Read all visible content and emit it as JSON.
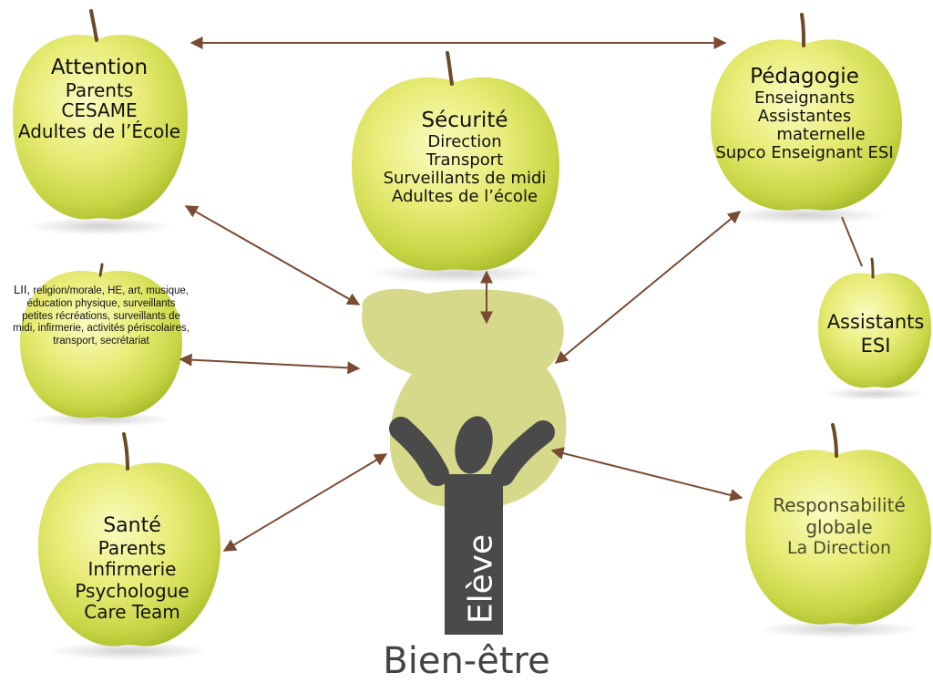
{
  "center": {
    "word": "Elève",
    "subtitle": "Bien-être"
  },
  "apples": {
    "attention": {
      "title": "Attention",
      "lines": [
        "Parents",
        "CESAME",
        "Adultes de l’École"
      ]
    },
    "securite": {
      "title": "Sécurité",
      "lines": [
        "Direction",
        "Transport",
        "Surveillants de midi",
        "Adultes de l’école"
      ]
    },
    "pedagogie": {
      "title": "Pédagogie",
      "lines": [
        "Enseignants",
        "Assistantes",
        "maternelle",
        "Supco Enseignant ESI"
      ]
    },
    "lii": {
      "lead": "LII,",
      "text": "religion/morale, HE, art, musique, éducation physique, surveillants petites récréations, surveillants de midi, infirmerie, activités périscolaires, transport, secrétariat"
    },
    "assistants": {
      "lines": [
        "Assistants",
        "ESI"
      ]
    },
    "sante": {
      "title": "Santé",
      "lines": [
        "Parents",
        "Infirmerie",
        "Psychologue",
        "Care Team"
      ]
    },
    "responsabilite": {
      "lines": [
        "Responsabilité",
        "globale",
        "La Direction"
      ]
    }
  },
  "colors": {
    "arrow": "#7a4a32",
    "apple_light": "#f3f39a",
    "apple_mid": "#dde25a",
    "apple_dark": "#a9bd2a",
    "stem": "#6b4a2a",
    "tree_canopy": "#d6d88a",
    "figure": "#4a4a4a"
  }
}
